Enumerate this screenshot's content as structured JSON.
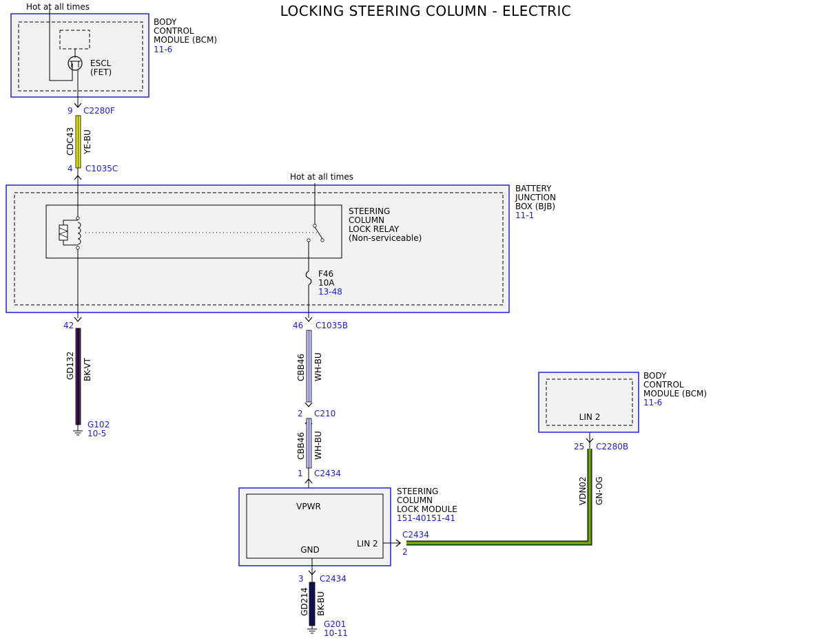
{
  "title": "LOCKING STEERING COLUMN - ELECTRIC",
  "colors": {
    "module_border": "#2222cc",
    "module_fill": "#f2f2f2",
    "reference_text": "#1a1adb",
    "wire_ye_bu": "#e6e600",
    "wire_bk_vt": "#5a1a6a",
    "wire_wh_bu": "#c8c8ff",
    "wire_gn_og": "#3b8a1c",
    "wire_bk_bu": "#101050"
  },
  "power_source_top": "Hot at all times",
  "power_source_bjb": "Hot at all times",
  "bcm_top": {
    "name_lines": [
      "BODY",
      "CONTROL",
      "MODULE (BCM)"
    ],
    "ref": "11-6",
    "component_lines": [
      "ESCL",
      "(FET)"
    ]
  },
  "bcm_right": {
    "name_lines": [
      "BODY",
      "CONTROL",
      "MODULE (BCM)"
    ],
    "ref": "11-6",
    "pin_label": "LIN 2"
  },
  "bjb": {
    "name_lines": [
      "BATTERY",
      "JUNCTION",
      "BOX (BJB)"
    ],
    "ref": "11-1",
    "relay_lines": [
      "STEERING",
      "COLUMN",
      "LOCK RELAY",
      "(Non-serviceable)"
    ],
    "fuse": {
      "name": "F46",
      "rating": "10A",
      "ref": "13-48"
    }
  },
  "sclm": {
    "name_lines": [
      "STEERING",
      "COLUMN",
      "LOCK MODULE"
    ],
    "ref": "151-40151-41",
    "vpwr": "VPWR",
    "gnd": "GND",
    "lin": "LIN 2"
  },
  "connectors": {
    "bcm_out": {
      "pin": "9",
      "name": "C2280F"
    },
    "bjb_in": {
      "pin": "4",
      "name": "C1035C"
    },
    "bjb_gnd": {
      "pin": "42",
      "name": ""
    },
    "bjb_fuse": {
      "pin": "46",
      "name": "C1035B"
    },
    "inline": {
      "pin": "2",
      "name": "C210"
    },
    "sclm_vpwr": {
      "pin": "1",
      "name": "C2434"
    },
    "sclm_gnd": {
      "pin": "3",
      "name": "C2434"
    },
    "sclm_lin": {
      "pin": "2",
      "name": "C2434"
    },
    "bcm_lin": {
      "pin": "25",
      "name": "C2280B"
    }
  },
  "wires": {
    "w1": {
      "circuit": "CDC43",
      "color": "YE-BU"
    },
    "w2": {
      "circuit": "GD132",
      "color": "BK-VT"
    },
    "w3": {
      "circuit": "CBB46",
      "color": "WH-BU"
    },
    "w4": {
      "circuit": "CBB46",
      "color": "WH-BU"
    },
    "w5": {
      "circuit": "VDN02",
      "color": "GN-OG"
    },
    "w6": {
      "circuit": "GD214",
      "color": "BK-BU"
    }
  },
  "grounds": {
    "g1": {
      "name": "G102",
      "ref": "10-5"
    },
    "g2": {
      "name": "G201",
      "ref": "10-11"
    }
  }
}
